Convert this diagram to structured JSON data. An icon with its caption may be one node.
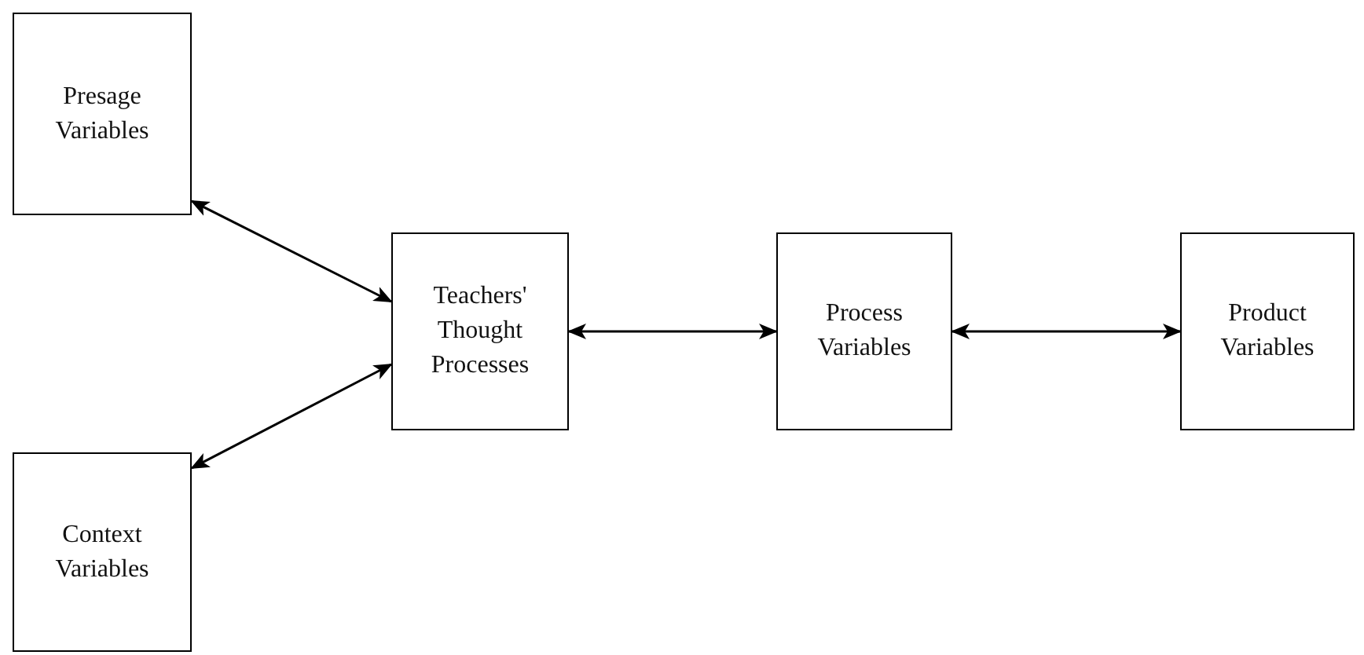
{
  "diagram": {
    "nodes": [
      {
        "text": [
          "Presage Variables"
        ]
      },
      {
        "text": [
          "Context Variables"
        ]
      },
      {
        "text": [
          "Teachers' Thought Processes"
        ]
      },
      {
        "text": [
          "Process Variables"
        ]
      },
      {
        "text": [
          "Product Variables"
        ]
      }
    ],
    "edges": [
      {
        "from": 0,
        "to": 2,
        "arrow": "both"
      },
      {
        "from": 1,
        "to": 2,
        "arrow": "both"
      },
      {
        "from": 2,
        "to": 3,
        "arrow": "both"
      },
      {
        "from": 3,
        "to": 4,
        "arrow": "both"
      }
    ]
  }
}
